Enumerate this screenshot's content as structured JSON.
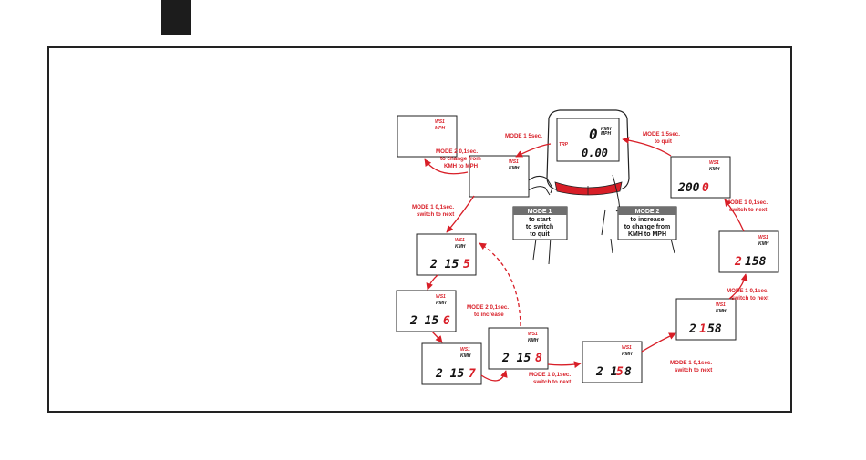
{
  "colors": {
    "accent": "#d81e27",
    "line": "#222222"
  },
  "main_display": {
    "mode": "TRP",
    "top_value": "0",
    "unit_top": "KMH",
    "unit_bottom": "MPH",
    "value": "0.00"
  },
  "buttons": {
    "mode1": {
      "title": "MODE 1",
      "line1": "to start",
      "line2": "to switch",
      "line3": "to quit"
    },
    "mode2": {
      "title": "MODE 2",
      "line1": "to increase",
      "line2": "to change from",
      "line3": "KMH to MPH"
    }
  },
  "labels": {
    "mode1_5sec_left": "MODE 1  5sec.",
    "mode1_5sec_right_l1": "MODE 1  5sec.",
    "mode1_5sec_right_l2": "to quit",
    "mode2_change_l1": "MODE 2  0,1sec.",
    "mode2_change_l2": "to change from",
    "mode2_change_l3": "KMH to MPH",
    "mode1_next_left_l1": "MODE 1  0,1sec.",
    "mode1_next_left_l2": "switch to next",
    "mode2_increase_l1": "MODE 2  0,1sec.",
    "mode2_increase_l2": "to increase",
    "mode1_next_bottom_l1": "MODE 1  0,1sec.",
    "mode1_next_bottom_l2": "switch to next",
    "mode1_next_bottom2_l1": "MODE 1  0,1sec.",
    "mode1_next_bottom2_l2": "switch to next",
    "mode1_next_right1_l1": "MODE 1  0,1sec.",
    "mode1_next_right1_l2": "switch to next",
    "mode1_next_right2_l1": "MODE 1  0,1sec.",
    "mode1_next_right2_l2": "switch to next"
  },
  "screens": {
    "s1": {
      "tag": "WS1",
      "unit": "MPH",
      "digits": ""
    },
    "s2": {
      "tag": "WS1",
      "unit": "KMH",
      "digits": ""
    },
    "s3": {
      "tag": "WS1",
      "unit": "KMH",
      "digits": "2 15",
      "blink": "5"
    },
    "s4": {
      "tag": "WS1",
      "unit": "KMH",
      "digits": "2 15",
      "blink": "6"
    },
    "s5": {
      "tag": "WS1",
      "unit": "KMH",
      "digits": "2 15",
      "blink": "7"
    },
    "s6": {
      "tag": "WS1",
      "unit": "KMH",
      "digits": "2 15",
      "blink": "8"
    },
    "s7": {
      "tag": "WS1",
      "unit": "KMH",
      "digits": "2 1",
      "blink": "5",
      "tail": "8"
    },
    "s8": {
      "tag": "WS1",
      "unit": "KMH",
      "digits": "2",
      "blink": "1",
      "tail": "58"
    },
    "s9": {
      "tag": "WS1",
      "unit": "KMH",
      "digits": "",
      "blink": "2",
      "tail": "158"
    },
    "s10": {
      "tag": "WS1",
      "unit": "KMH",
      "digits": "200",
      "blink": "0"
    }
  }
}
